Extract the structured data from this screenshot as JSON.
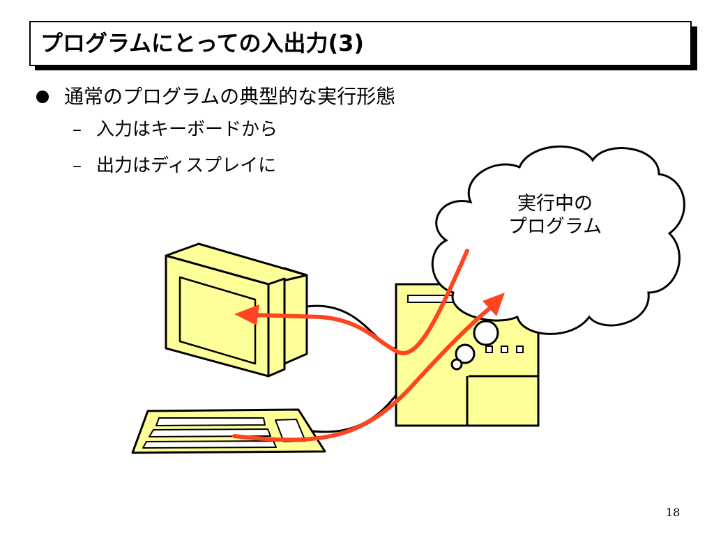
{
  "slide": {
    "title": "プログラムにとっての入出力(3)",
    "bullet": "通常のプログラムの典型的な実行形態",
    "sub_items": [
      {
        "dash": "–",
        "text": "入力はキーボードから"
      },
      {
        "dash": "–",
        "text": "出力はディスプレイに"
      }
    ],
    "page_number": "18"
  },
  "diagram": {
    "cloud_label_line1": "実行中の",
    "cloud_label_line2": "プログラム"
  },
  "colors": {
    "device_fill": "#ffff99",
    "arrow": "#ff4422",
    "outline": "#000000"
  }
}
